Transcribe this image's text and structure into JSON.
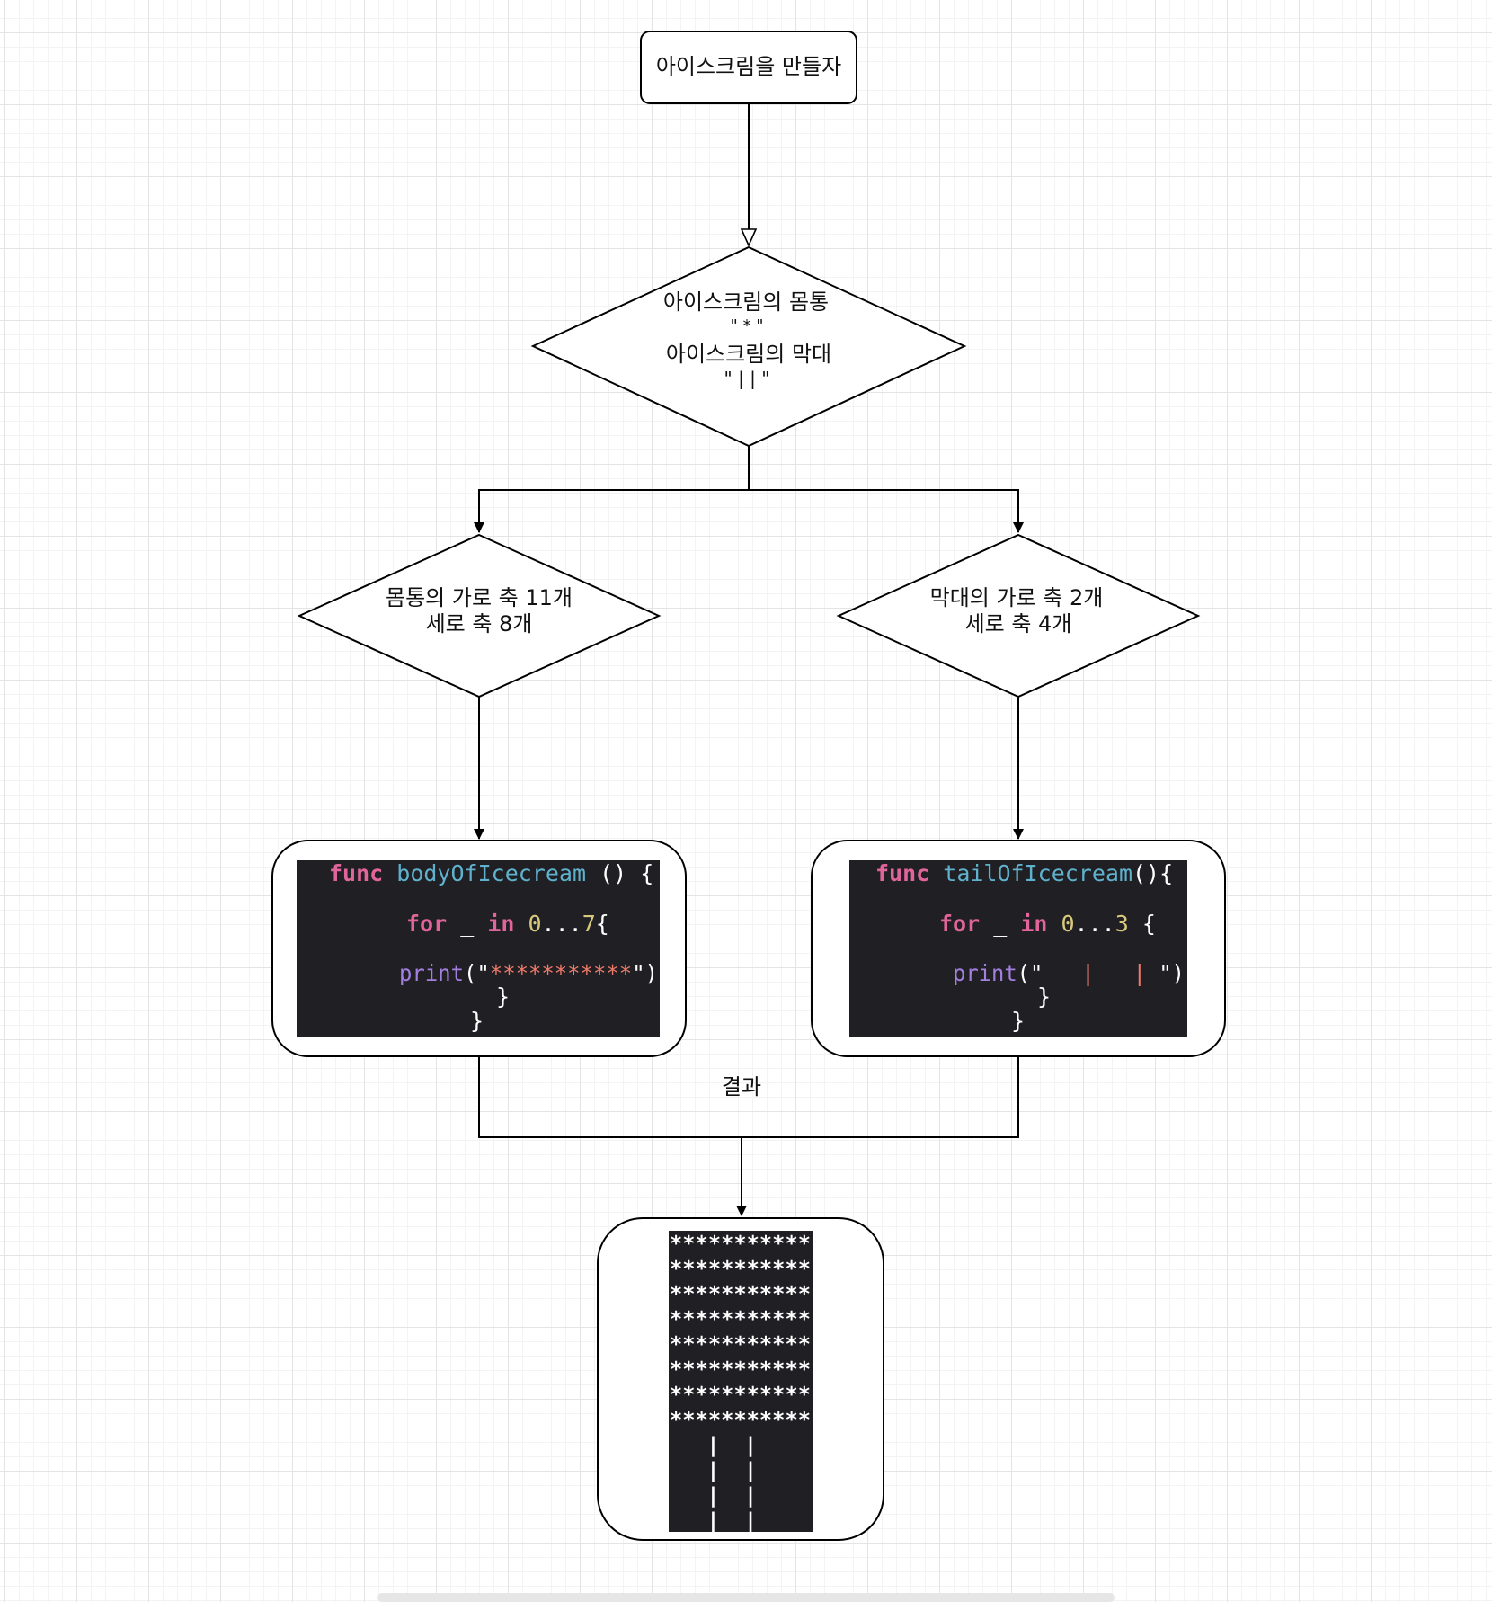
{
  "start_node": {
    "label": "아이스크림을 만들자"
  },
  "decision_main": {
    "lines": [
      "아이스크림의 몸통",
      "\" * \"",
      "아이스크림의 막대",
      "\" |   | \""
    ]
  },
  "decision_body": {
    "lines": [
      "몸통의 가로 축 11개",
      "세로 축 8개"
    ]
  },
  "decision_tail": {
    "lines": [
      "막대의 가로 축 2개",
      "세로 축 4개"
    ]
  },
  "code_body": {
    "func_kw": "func",
    "func_name": "bodyOfIcecream",
    "func_sig": "() {",
    "for_kw": "for",
    "for_var": " _ ",
    "in_kw": "in",
    "range_start": "0",
    "range_op": "...",
    "range_end": "7",
    "for_brace": "{",
    "print_kw": "print",
    "open": "(\"",
    "string": "***********",
    "close": "\")",
    "inner_close": "}",
    "outer_close": "}"
  },
  "code_tail": {
    "func_kw": "func",
    "func_name": "tailOfIcecream",
    "func_sig": "(){",
    "for_kw": "for",
    "for_var": " _ ",
    "in_kw": "in",
    "range_start": "0",
    "range_op": "...",
    "range_end": "3",
    "for_brace": " {",
    "print_kw": "print",
    "open": "(\"",
    "string": "   |   | ",
    "close": "\")",
    "inner_close": "}",
    "outer_close": "}"
  },
  "merge_label": "결과",
  "result": {
    "body_lines": [
      "***********",
      "***********",
      "***********",
      "***********",
      "***********",
      "***********",
      "***********",
      "***********"
    ],
    "tail_lines": [
      "   |  |",
      "   |  |",
      "   |  |",
      "   |  |"
    ]
  }
}
